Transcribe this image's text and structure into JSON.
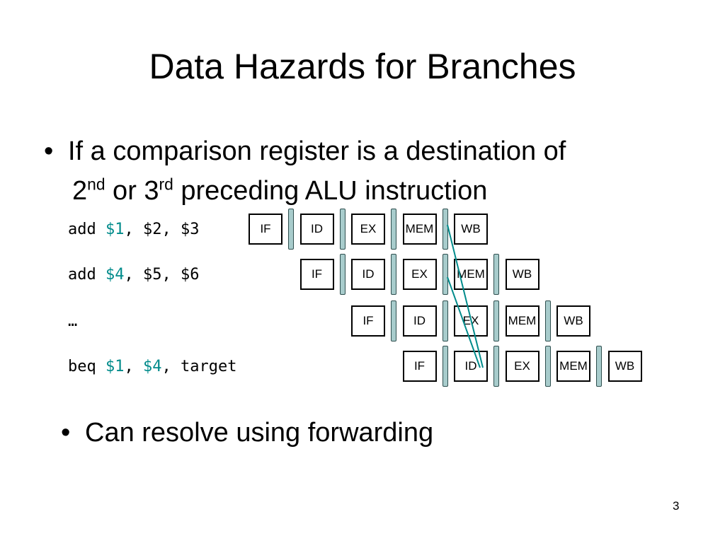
{
  "title": "Data Hazards for Branches",
  "bullets": [
    {
      "line1": "If a comparison register is a destination of",
      "n1": "2",
      "s1": "nd",
      "mid": " or 3",
      "s2": "rd",
      "tail": " preceding ALU instruction"
    },
    {
      "text": "Can resolve using forwarding"
    }
  ],
  "instructions": [
    {
      "op": "add ",
      "a": "$1",
      "sep1": ", ",
      "b": "$2",
      "sep2": ", ",
      "c": "$3"
    },
    {
      "op": "add ",
      "a": "$4",
      "sep1": ", ",
      "b": "$5",
      "sep2": ", ",
      "c": "$6"
    },
    {
      "op": "…"
    },
    {
      "op": "beq ",
      "a": "$1",
      "sep1": ", ",
      "b": "$4",
      "sep2": ", ",
      "c": "target"
    }
  ],
  "stages": [
    "IF",
    "ID",
    "EX",
    "MEM",
    "WB"
  ],
  "colors": {
    "register_highlight": "#008b8b",
    "pipeline_latch": "#a8cccc",
    "forward_line": "#008b8b"
  },
  "page_number": "3"
}
